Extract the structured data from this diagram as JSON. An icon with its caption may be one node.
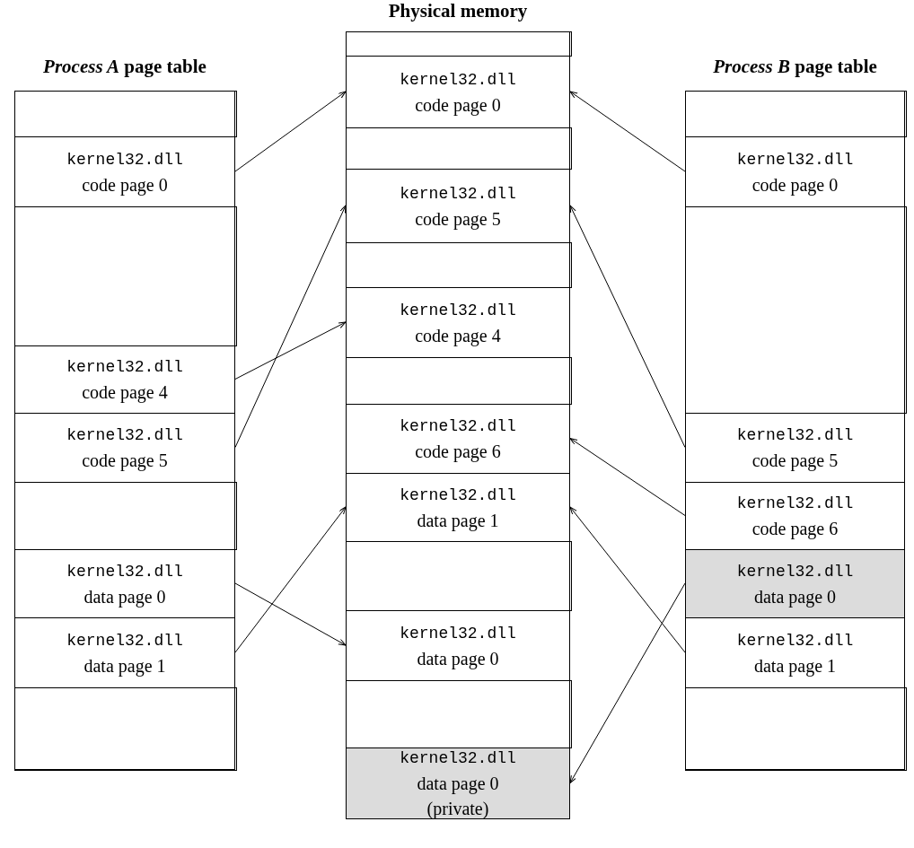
{
  "diagram": {
    "nodes": [
      {
        "text": [
          "*Process A* page table"
        ]
      },
      {
        "text": [],
        "shape": "box",
        "in": 0
      },
      {
        "text": [
          "kernel32.dll",
          "code page 0"
        ],
        "in": 0
      },
      {
        "text": [],
        "shape": "box",
        "in": 0
      },
      {
        "text": [
          "kernel32.dll",
          "code page 4"
        ],
        "in": 0
      },
      {
        "text": [
          "kernel32.dll",
          "code page 5"
        ],
        "in": 0
      },
      {
        "text": [],
        "shape": "box",
        "in": 0
      },
      {
        "text": [
          "kernel32.dll",
          "data page 0"
        ],
        "in": 0
      },
      {
        "text": [
          "kernel32.dll",
          "data page 1"
        ],
        "in": 0
      },
      {
        "text": [],
        "shape": "box",
        "in": 0
      },
      {
        "text": [
          "Physical memory"
        ]
      },
      {
        "text": [],
        "shape": "box",
        "in": 10
      },
      {
        "text": [
          "kernel32.dll",
          "code page 0"
        ],
        "in": 10
      },
      {
        "text": [],
        "shape": "box",
        "in": 10
      },
      {
        "text": [
          "kernel32.dll",
          "code page 5"
        ],
        "in": 10
      },
      {
        "text": [],
        "shape": "box",
        "in": 10
      },
      {
        "text": [
          "kernel32.dll",
          "code page 4"
        ],
        "in": 10
      },
      {
        "text": [],
        "shape": "box",
        "in": 10
      },
      {
        "text": [
          "kernel32.dll",
          "code page 6"
        ],
        "in": 10
      },
      {
        "text": [
          "kernel32.dll",
          "data page 1"
        ],
        "in": 10
      },
      {
        "text": [],
        "shape": "box",
        "in": 10
      },
      {
        "text": [
          "kernel32.dll",
          "data page 0"
        ],
        "in": 10
      },
      {
        "text": [],
        "shape": "box",
        "in": 10
      },
      {
        "text": [
          "kernel32.dll",
          "data page 0 (private)"
        ],
        "in": 10
      },
      {
        "text": [
          "*Process B* page table"
        ]
      },
      {
        "text": [],
        "shape": "box",
        "in": 24
      },
      {
        "text": [
          "kernel32.dll",
          "code page 0"
        ],
        "in": 24
      },
      {
        "text": [],
        "shape": "box",
        "in": 24
      },
      {
        "text": [
          "kernel32.dll",
          "code page 5"
        ],
        "in": 24
      },
      {
        "text": [
          "kernel32.dll",
          "code page 6"
        ],
        "in": 24
      },
      {
        "text": [
          "kernel32.dll",
          "data page 0"
        ],
        "in": 24
      },
      {
        "text": [
          "kernel32.dll",
          "data page 1"
        ],
        "in": 24
      },
      {
        "text": [],
        "shape": "box",
        "in": 24
      }
    ],
    "edges": [
      {
        "from": 2,
        "to": 12,
        "arrow": "to"
      },
      {
        "from": 4,
        "to": 16,
        "arrow": "to"
      },
      {
        "from": 5,
        "to": 14,
        "arrow": "to"
      },
      {
        "from": 7,
        "to": 21,
        "arrow": "to"
      },
      {
        "from": 8,
        "to": 19,
        "arrow": "to"
      },
      {
        "from": 26,
        "to": 12,
        "arrow": "to"
      },
      {
        "from": 28,
        "to": 14,
        "arrow": "to"
      },
      {
        "from": 29,
        "to": 18,
        "arrow": "to"
      },
      {
        "from": 31,
        "to": 19,
        "arrow": "to"
      },
      {
        "from": 30,
        "to": 23,
        "arrow": "to"
      }
    ]
  }
}
